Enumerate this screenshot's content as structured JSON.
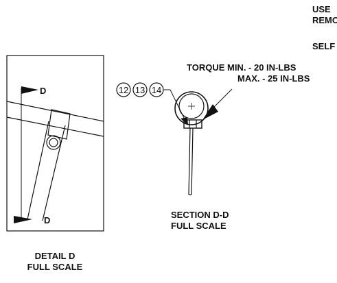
{
  "notes": {
    "use_line": "USE",
    "remo_line": "REMO",
    "self_line": "SELF"
  },
  "torque": {
    "line1": "TORQUE  MIN. -  20 IN-LBS",
    "line2": "MAX. - 25 IN-LBS"
  },
  "balloons": [
    "12",
    "13",
    "14"
  ],
  "detail_view": {
    "marker_top": "D",
    "marker_bottom": "D",
    "title": "DETAIL D",
    "scale": "FULL SCALE"
  },
  "section_view": {
    "title": "SECTION D-D",
    "scale": "FULL SCALE"
  },
  "colors": {
    "ink": "#111111",
    "paper": "#ffffff"
  }
}
